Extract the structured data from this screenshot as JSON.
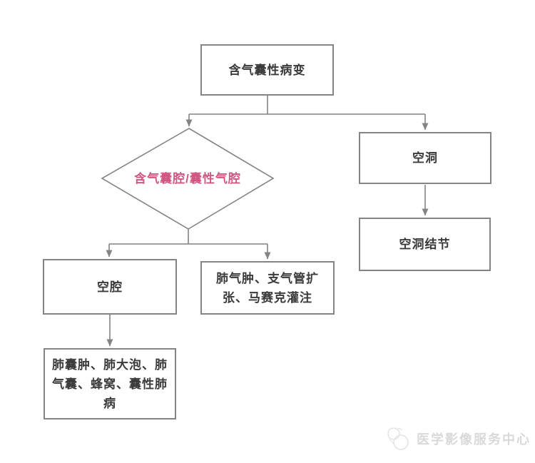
{
  "diagram": {
    "type": "flowchart",
    "nodes": {
      "root": {
        "label": "含气囊性病变",
        "shape": "rect"
      },
      "decision": {
        "label": "含气囊腔/囊性气腔",
        "shape": "diamond",
        "text_color": "#d15780"
      },
      "cavity": {
        "label": "空洞",
        "shape": "rect"
      },
      "cavity_nodule": {
        "label": "空洞结节",
        "shape": "rect"
      },
      "air_space": {
        "label": "空腔",
        "shape": "rect"
      },
      "emphysema": {
        "label": "肺气肿、支气管扩张、马赛克灌注",
        "shape": "rect"
      },
      "cystic": {
        "label": "肺囊肿、肺大泡、肺气囊、蜂窝、囊性肺病",
        "shape": "rect"
      }
    },
    "edges": [
      {
        "from": "root",
        "to": "decision"
      },
      {
        "from": "root",
        "to": "cavity"
      },
      {
        "from": "cavity",
        "to": "cavity_nodule"
      },
      {
        "from": "decision",
        "to": "air_space"
      },
      {
        "from": "decision",
        "to": "emphysema"
      },
      {
        "from": "air_space",
        "to": "cystic"
      }
    ],
    "colors": {
      "line": "#848484",
      "node_text": "#3b3b3b",
      "decision_text": "#d15780",
      "background": "#ffffff",
      "watermark": "#d9d9d9"
    }
  },
  "watermark": {
    "label": "医学影像服务中心",
    "icon": "medical-logo-icon"
  }
}
